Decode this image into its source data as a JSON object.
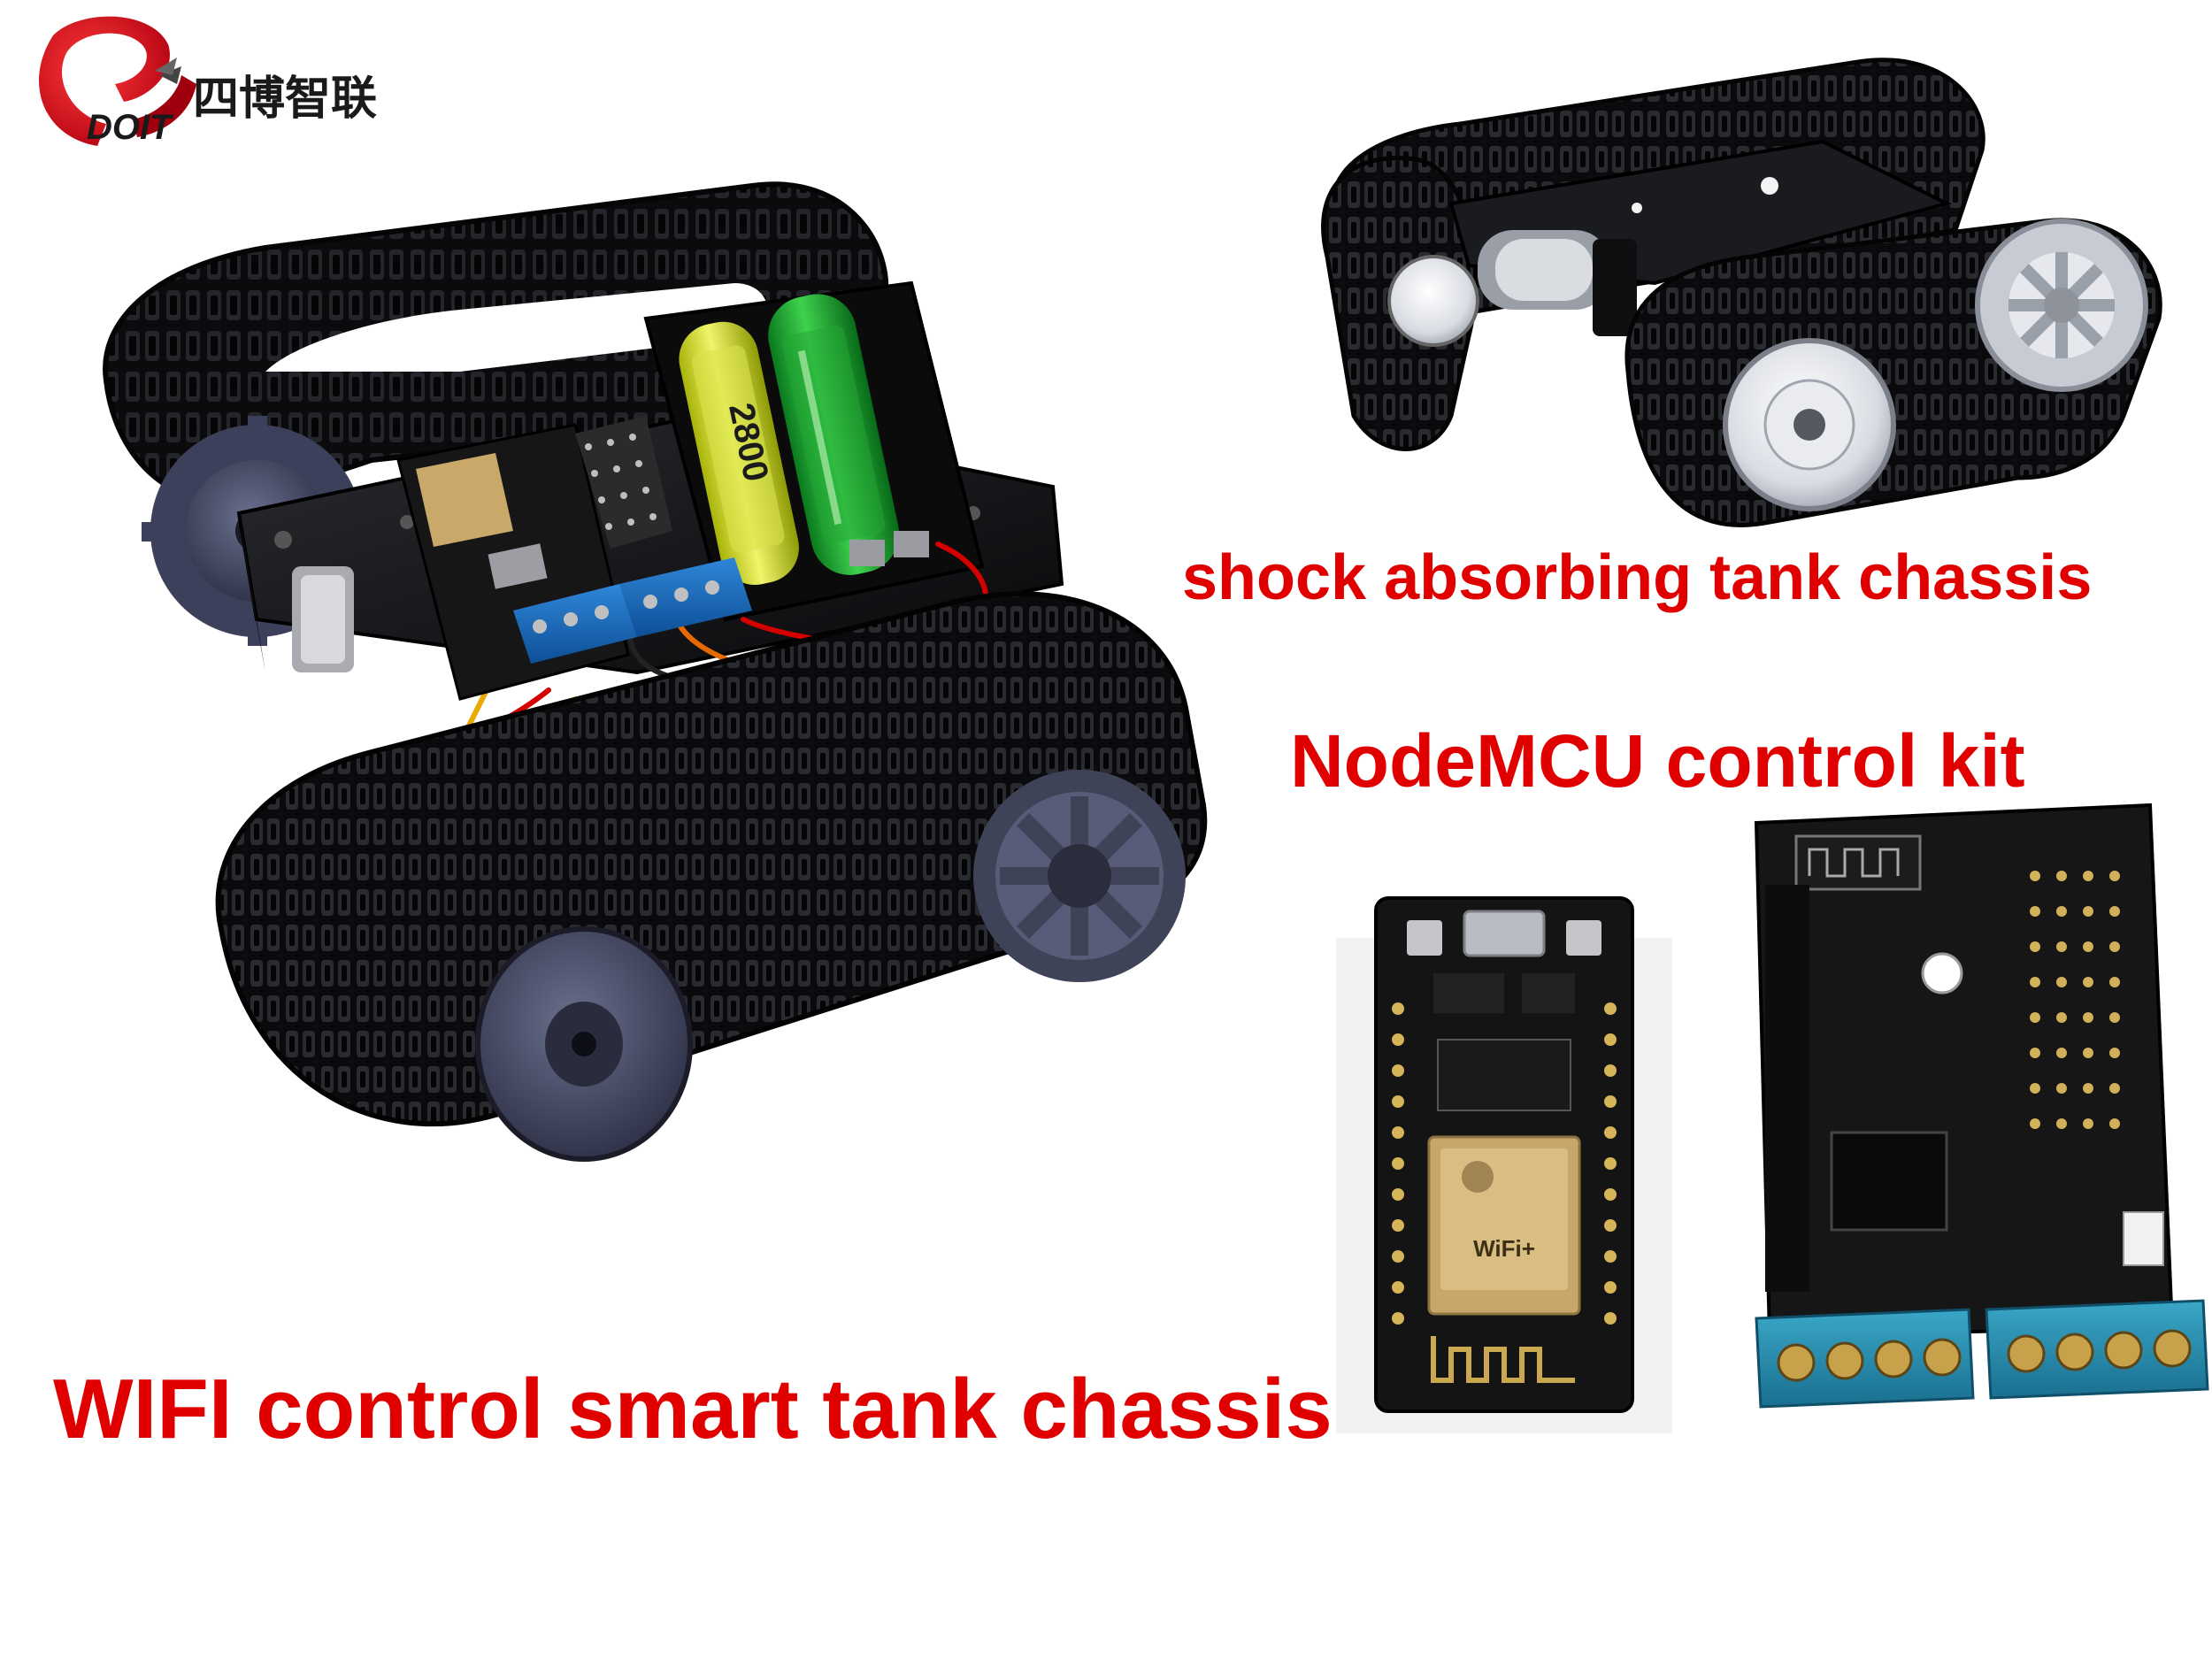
{
  "brand": {
    "logo_text": "DOIT",
    "name_cn": "四博智联",
    "colors": {
      "logo_red": "#d7001f",
      "logo_dark_red": "#8b0000",
      "text_dark": "#1a1a1a"
    }
  },
  "captions": {
    "shock": "shock absorbing tank chassis",
    "nodemcu": "NodeMCU control kit",
    "wifi": "WIFI control smart tank chassis",
    "color": "#e00000"
  },
  "photos": {
    "main_tank": "tank-chassis-with-battery-and-board",
    "shock_tank": "shock-absorbing-tank-chassis",
    "nodemcu_board": "nodemcu-esp8266-board",
    "motor_shield": "motor-driver-shield-board"
  },
  "labels": {
    "battery_text": "2800",
    "wifi_chip_text": "WiFi+"
  }
}
